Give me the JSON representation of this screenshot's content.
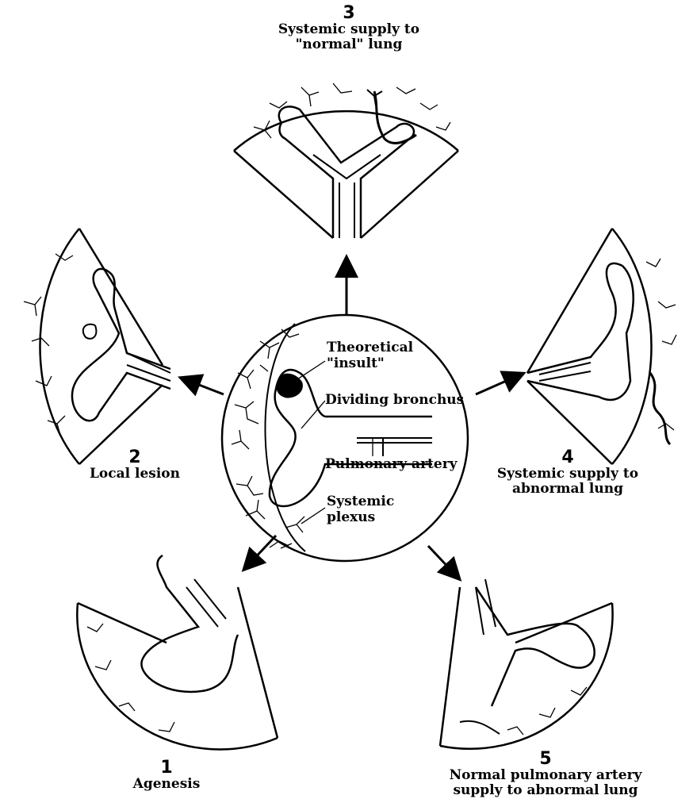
{
  "labels": {
    "n3": "3",
    "l3a": "Systemic supply to",
    "l3b": "\"normal\" lung",
    "n2": "2",
    "l2a": "Local lesion",
    "n4": "4",
    "l4a": "Systemic supply to",
    "l4b": "abnormal lung",
    "n1": "1",
    "l1a": "Agenesis",
    "n5": "5",
    "l5a": "Normal pulmonary artery",
    "l5b": "supply to abnormal lung"
  },
  "center": {
    "insult_a": "Theoretical",
    "insult_b": "\"insult\"",
    "bronchus": "Dividing bronchus",
    "artery": "Pulmonary artery",
    "plexus_a": "Systemic",
    "plexus_b": "plexus"
  }
}
